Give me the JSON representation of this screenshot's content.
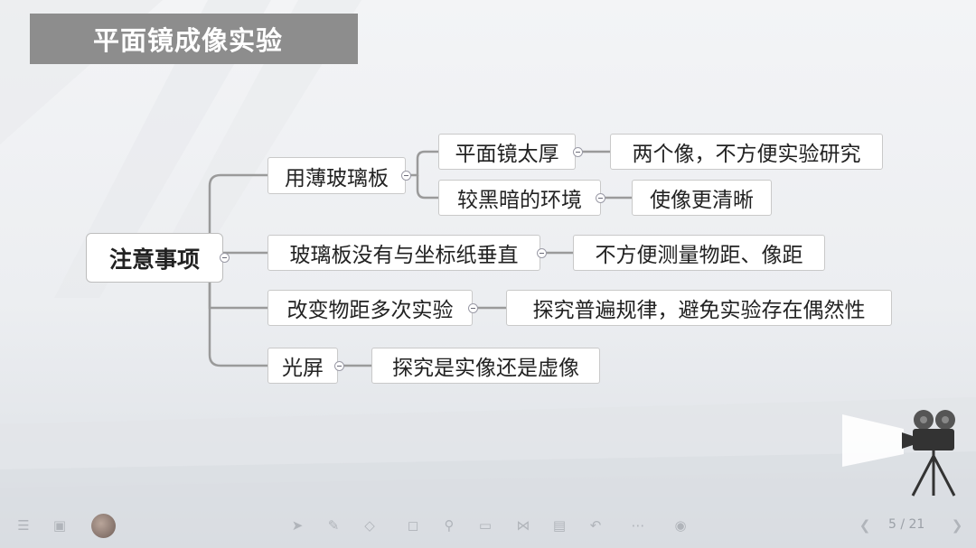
{
  "title": "平面镜成像实验",
  "mindmap": {
    "root": "注意事项",
    "n1": "用薄玻璃板",
    "n1a": "平面镜太厚",
    "n1a1": "两个像，不方便实验研究",
    "n1b": "较黑暗的环境",
    "n1b1": "使像更清晰",
    "n2": "玻璃板没有与坐标纸垂直",
    "n2a": "不方便测量物距、像距",
    "n3": "改变物距多次实验",
    "n3a": "探究普遍规律，避免实验存在偶然性",
    "n4": "光屏",
    "n4a": "探究是实像还是虚像"
  },
  "toolbar": {
    "page_indicator": "5 / 21",
    "icons": [
      "menu-icon",
      "slides-icon",
      "avatar",
      "pointer-icon",
      "pen-icon",
      "eraser-icon",
      "shape-icon",
      "zoom-icon",
      "screen-icon",
      "grid-icon",
      "board-icon",
      "undo-icon",
      "more-icon",
      "mic-icon",
      "prev-icon",
      "next-icon"
    ]
  },
  "colors": {
    "title_bg": "#8d8d8d",
    "connector": "#9a9a9a",
    "node_border": "#c9c9c9"
  }
}
